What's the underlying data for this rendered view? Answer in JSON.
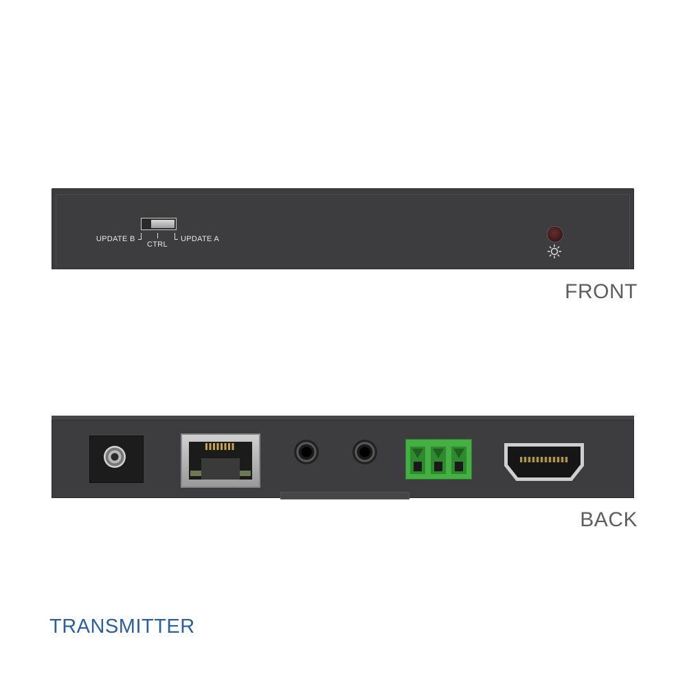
{
  "title": "TRANSMITTER",
  "front": {
    "label": "FRONT",
    "switch_labels": {
      "left": "UPDATE B",
      "center": "CTRL",
      "right": "UPDATE A"
    },
    "led_icon": "sun-icon"
  },
  "back": {
    "label": "BACK",
    "ports": [
      "dc-power-jack",
      "rj45-port",
      "audio-jack",
      "audio-jack",
      "terminal-block",
      "hdmi-port"
    ]
  },
  "colors": {
    "title": "#2b5f9e",
    "labels": "#5e5e60",
    "chassis": "#3d3d3f",
    "terminal": "#44b044"
  }
}
